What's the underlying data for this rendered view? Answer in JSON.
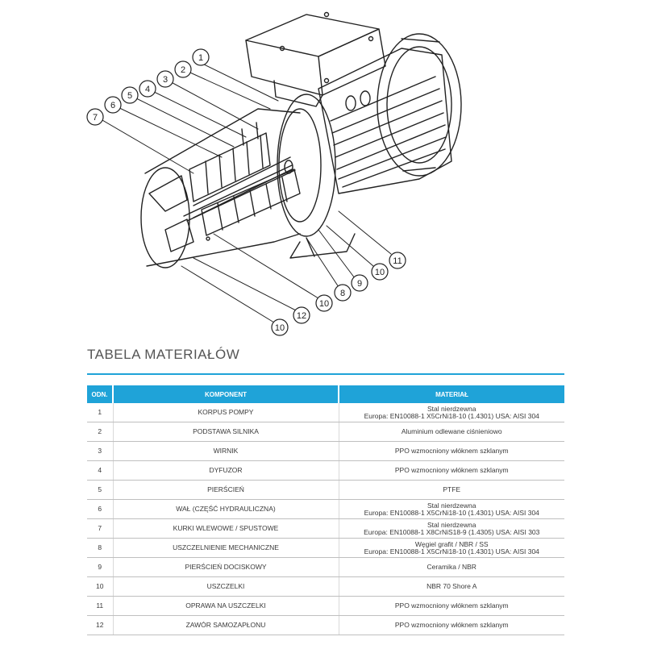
{
  "diagram": {
    "callouts": [
      "1",
      "2",
      "3",
      "4",
      "5",
      "6",
      "7",
      "11",
      "10",
      "9",
      "8",
      "10",
      "12",
      "10"
    ]
  },
  "section_title": "TABELA MATERIAŁÓW",
  "table": {
    "headers": {
      "num": "ODN.",
      "component": "KOMPONENT",
      "material": "MATERIAŁ"
    },
    "rows": [
      {
        "num": "1",
        "component": "KORPUS POMPY",
        "material": [
          "Stal nierdzewna",
          "Europa: EN10088-1 X5CrNi18-10 (1.4301) USA: AISI 304"
        ]
      },
      {
        "num": "2",
        "component": "PODSTAWA SILNIKA",
        "material": [
          "Aluminium odlewane ciśnieniowo"
        ]
      },
      {
        "num": "3",
        "component": "WIRNIK",
        "material": [
          "PPO wzmocniony włóknem szklanym"
        ]
      },
      {
        "num": "4",
        "component": "DYFUZOR",
        "material": [
          "PPO wzmocniony włóknem szklanym"
        ]
      },
      {
        "num": "5",
        "component": "PIERŚCIEŃ",
        "material": [
          "PTFE"
        ]
      },
      {
        "num": "6",
        "component": "WAŁ (CZĘŚĆ HYDRAULICZNA)",
        "material": [
          "Stal nierdzewna",
          "Europa: EN10088-1 X5CrNi18-10 (1.4301) USA: AISI 304"
        ]
      },
      {
        "num": "7",
        "component": "KURKI WLEWOWE / SPUSTOWE",
        "material": [
          "Stal nierdzewna",
          "Europa: EN10088-1 X8CrNiS18-9 (1.4305) USA: AISI 303"
        ]
      },
      {
        "num": "8",
        "component": "USZCZELNIENIE MECHANICZNE",
        "material": [
          "Węgiel grafit / NBR / SS",
          "Europa: EN10088-1 X5CrNi18-10 (1.4301) USA: AISI 304"
        ]
      },
      {
        "num": "9",
        "component": "PIERŚCIEŃ DOCISKOWY",
        "material": [
          "Ceramika / NBR"
        ]
      },
      {
        "num": "10",
        "component": "USZCZELKI",
        "material": [
          "NBR 70 Shore A"
        ]
      },
      {
        "num": "11",
        "component": "OPRAWA NA USZCZELKI",
        "material": [
          "PPO wzmocniony włóknem szklanym"
        ]
      },
      {
        "num": "12",
        "component": "ZAWÓR SAMOZAPŁONU",
        "material": [
          "PPO wzmocniony włóknem szklanym"
        ]
      }
    ]
  },
  "colors": {
    "accent": "#1fa3d8",
    "text": "#3a3a3a",
    "rule": "#bfbfbf"
  }
}
